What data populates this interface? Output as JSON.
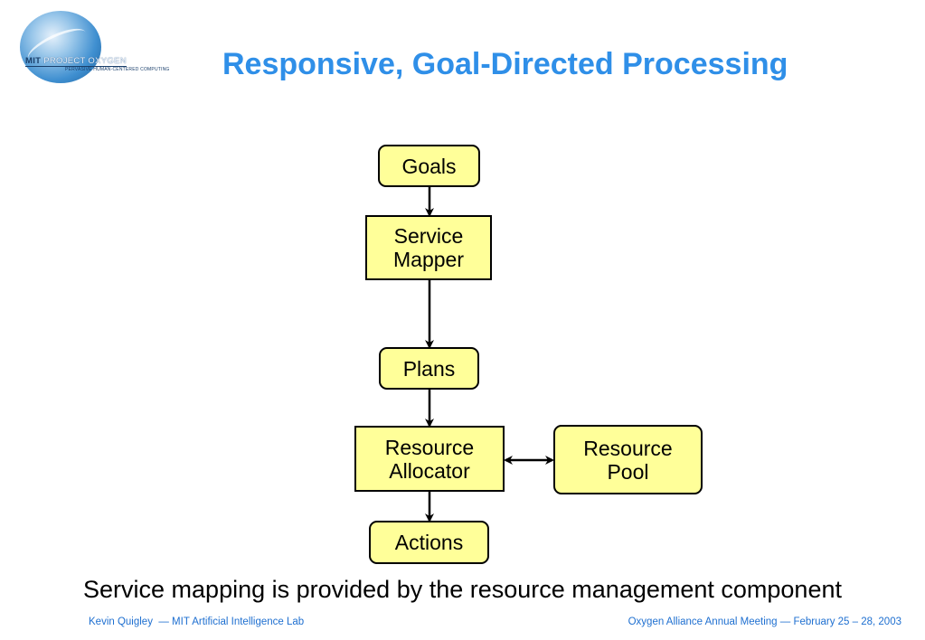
{
  "logo": {
    "primary": "MIT",
    "secondary": "PROJECT OXYGEN",
    "tagline": "PERVASIVE HUMAN-CENTERED COMPUTING"
  },
  "slide": {
    "title": "Responsive, Goal-Directed Processing",
    "caption": "Service mapping is provided by the resource management component"
  },
  "diagram": {
    "nodes": {
      "goals": "Goals",
      "service_mapper": "Service\nMapper",
      "plans": "Plans",
      "resource_allocator": "Resource\nAllocator",
      "resource_pool": "Resource\nPool",
      "actions": "Actions"
    },
    "edges": [
      {
        "from": "Goals",
        "to": "Service Mapper"
      },
      {
        "from": "Service Mapper",
        "to": "Plans"
      },
      {
        "from": "Plans",
        "to": "Resource Allocator"
      },
      {
        "from": "Resource Allocator",
        "to": "Actions"
      },
      {
        "from": "Resource Allocator",
        "to": "Resource Pool",
        "bidirectional": true
      }
    ],
    "node_fill": "#ffff99"
  },
  "footer": {
    "left": "Kevin Quigley  — MIT Artificial Intelligence Lab",
    "right": "Oxygen Alliance Annual Meeting — February 25 – 28, 2003"
  },
  "colors": {
    "title": "#2f8fe8",
    "footer": "#1e6fd0"
  }
}
